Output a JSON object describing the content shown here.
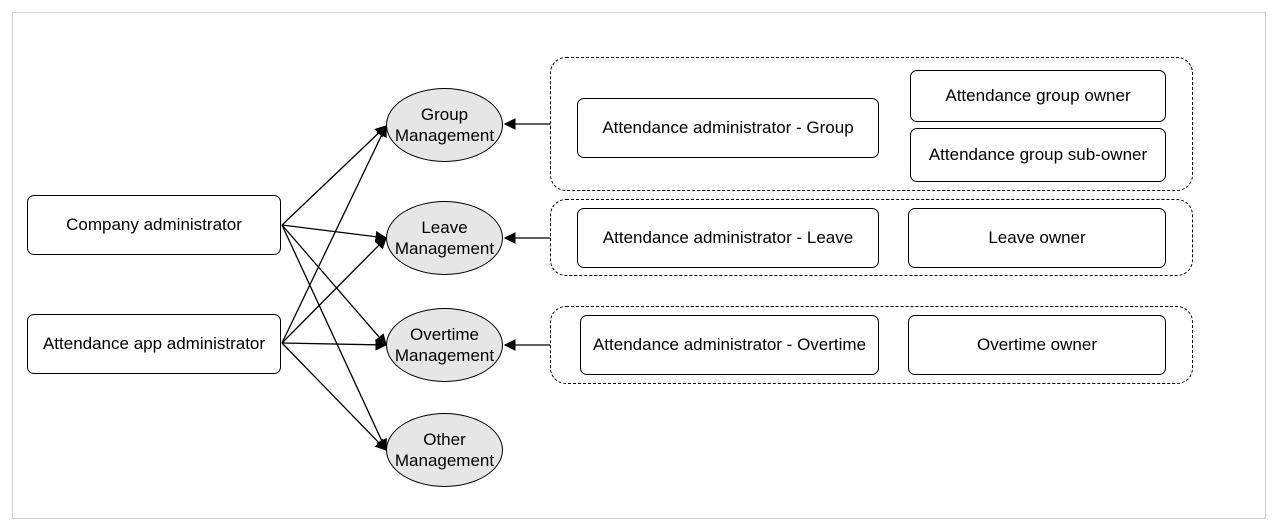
{
  "roles": {
    "company_admin": "Company administrator",
    "app_admin": "Attendance app administrator"
  },
  "management": [
    {
      "line1": "Group",
      "line2": "Management"
    },
    {
      "line1": "Leave",
      "line2": "Management"
    },
    {
      "line1": "Overtime",
      "line2": "Management"
    },
    {
      "line1": "Other",
      "line2": "Management"
    }
  ],
  "groups": {
    "group": {
      "admin": "Attendance administrator - Group",
      "owner": "Attendance group owner",
      "sub_owner": "Attendance group sub-owner"
    },
    "leave": {
      "admin": "Attendance administrator - Leave",
      "owner": "Leave owner"
    },
    "overtime": {
      "admin": "Attendance administrator - Overtime",
      "owner": "Overtime owner"
    }
  },
  "colors": {
    "ellipse_fill": "#e6e6e6",
    "stroke": "#000000",
    "frame_border": "#cfcfcf"
  }
}
